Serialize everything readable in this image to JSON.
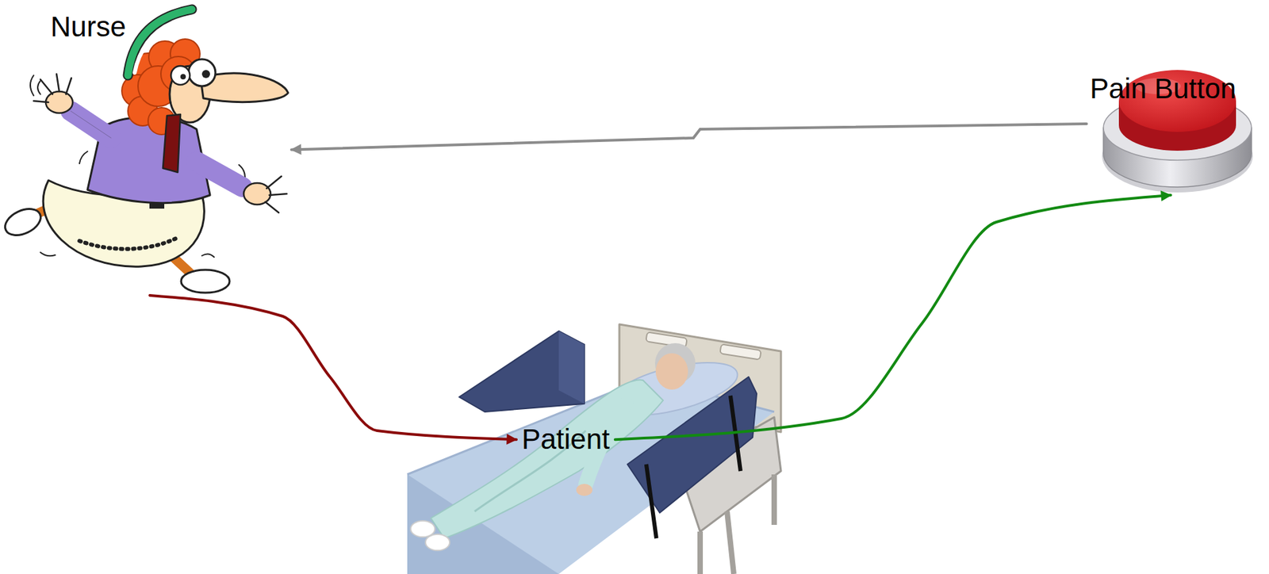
{
  "diagram": {
    "nodes": [
      {
        "text": [
          "Nurse"
        ]
      },
      {
        "text": [
          "Pain Button"
        ]
      },
      {
        "text": [
          "Patient"
        ]
      }
    ],
    "edges": [
      {
        "from": 0,
        "to": 2,
        "arrow": "to"
      },
      {
        "from": 2,
        "to": 1,
        "arrow": "to"
      },
      {
        "from": 1,
        "to": 0,
        "arrow": "to"
      }
    ]
  }
}
